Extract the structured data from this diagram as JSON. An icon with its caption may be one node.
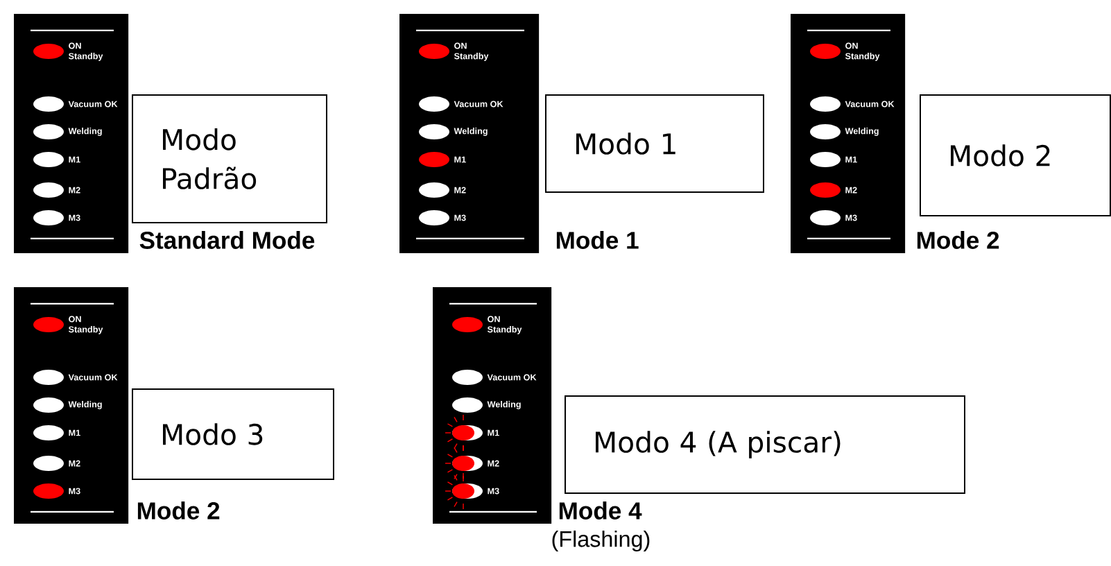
{
  "diagram": {
    "nodes": [
      {
        "text": [
          "ON",
          "Standby",
          "Vacuum OK",
          "Welding",
          "M1",
          "M2",
          "M3"
        ],
        "beside": [
          "Standard Mode"
        ]
      },
      {
        "text": [
          "Modo Padrão"
        ]
      },
      {
        "text": [
          "ON",
          "Standby",
          "Vacuum OK",
          "Welding",
          "M1",
          "M2",
          "M3"
        ],
        "beside": [
          "Mode 1"
        ]
      },
      {
        "text": [
          "Modo 1"
        ]
      },
      {
        "text": [
          "ON",
          "Standby",
          "Vacuum OK",
          "Welding",
          "M1",
          "M2",
          "M3"
        ],
        "beside": [
          "Mode 2"
        ]
      },
      {
        "text": [
          "Modo 2"
        ]
      },
      {
        "text": [
          "ON",
          "Standby",
          "Vacuum OK",
          "Welding",
          "M1",
          "M2",
          "M3"
        ],
        "beside": [
          "Mode 2"
        ]
      },
      {
        "text": [
          "Modo 3"
        ]
      },
      {
        "text": [
          "ON",
          "Standby",
          "Vacuum OK",
          "Welding",
          "M1",
          "M2",
          "M3"
        ],
        "beside": [
          "Mode 4",
          "(Flashing)"
        ]
      },
      {
        "text": [
          "Modo 4 (A piscar)"
        ]
      }
    ]
  }
}
